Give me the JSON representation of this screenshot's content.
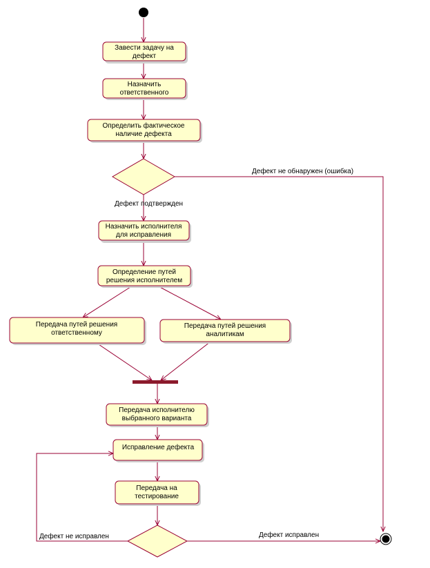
{
  "colors": {
    "activity_fill": "#ffffcc",
    "border": "#990033",
    "sync_bar": "#8b1a2c",
    "node": "#000000"
  },
  "activities": [
    {
      "id": "a1",
      "lines": [
        "Завести задачу на",
        "дефект"
      ]
    },
    {
      "id": "a2",
      "lines": [
        "Назначить",
        "ответственного"
      ]
    },
    {
      "id": "a3",
      "lines": [
        "Определить фактическое",
        "наличие дефекта"
      ]
    },
    {
      "id": "a4",
      "lines": [
        "Назначить исполнителя",
        "для исправления"
      ]
    },
    {
      "id": "a5",
      "lines": [
        "Определение путей",
        "решения исполнителем"
      ]
    },
    {
      "id": "a6",
      "lines": [
        "Передача путей решения",
        "ответственному"
      ]
    },
    {
      "id": "a7",
      "lines": [
        "Передача путей решения",
        "аналитикам"
      ]
    },
    {
      "id": "a8",
      "lines": [
        "Передача исполнителю",
        "выбранного варианта"
      ]
    },
    {
      "id": "a9",
      "lines": [
        "Исправление дефекта"
      ]
    },
    {
      "id": "a10",
      "lines": [
        "Передача на",
        "тестирование"
      ]
    }
  ],
  "guards": {
    "not_found": "Дефект не обнаружен (ошибка)",
    "confirmed": "Дефект подтвержден",
    "not_fixed": "Дефект не исправлен",
    "fixed": "Дефект исправлен"
  }
}
